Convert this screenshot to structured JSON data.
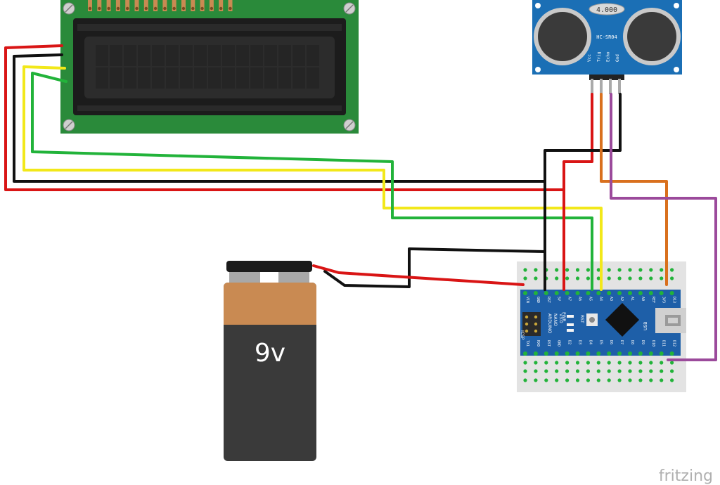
{
  "colors": {
    "background": "#ffffff",
    "pcb_green": "#2a8a3a",
    "lcd_bezel": "#1c1c1c",
    "lcd_glass": "#2c2c2c",
    "sensor_blue": "#1b6fb5",
    "breadboard": "#e3e3e3",
    "nano_blue": "#1e5fa8",
    "battery_copper": "#c98a52",
    "battery_black": "#3a3a3a",
    "wire_red": "#d91515",
    "wire_black": "#111111",
    "wire_yellow": "#f2e81a",
    "wire_green": "#22b33a",
    "wire_orange": "#d9701e",
    "wire_purple": "#9b4a9b"
  },
  "lcd": {
    "columns": 16,
    "rows": 2
  },
  "sensor": {
    "display_value": "4.000",
    "model_label": "HC-SR04",
    "pin_labels": [
      "Vcc",
      "Trig",
      "Echo",
      "Gnd"
    ]
  },
  "nano": {
    "top_pins": [
      "VIN",
      "GND",
      "RST",
      "5V",
      "A7",
      "A6",
      "A5",
      "A4",
      "A3",
      "A2",
      "A1",
      "A0",
      "REF",
      "3V3",
      "D13"
    ],
    "bottom_pins": [
      "TX1",
      "RX0",
      "RST",
      "GND",
      "D2",
      "D3",
      "D4",
      "D5",
      "D6",
      "D7",
      "D8",
      "D9",
      "D10",
      "D11",
      "D12"
    ],
    "board_text": [
      "ARDUINO",
      "NANO",
      "V3.0"
    ],
    "icsp_label": "ICSP",
    "usb_label": "USB",
    "led_labels": [
      "PWR",
      "TX",
      "RX",
      "L"
    ],
    "reset_label": "RST"
  },
  "battery": {
    "label": "9v"
  },
  "branding": {
    "watermark": "fritzing"
  }
}
